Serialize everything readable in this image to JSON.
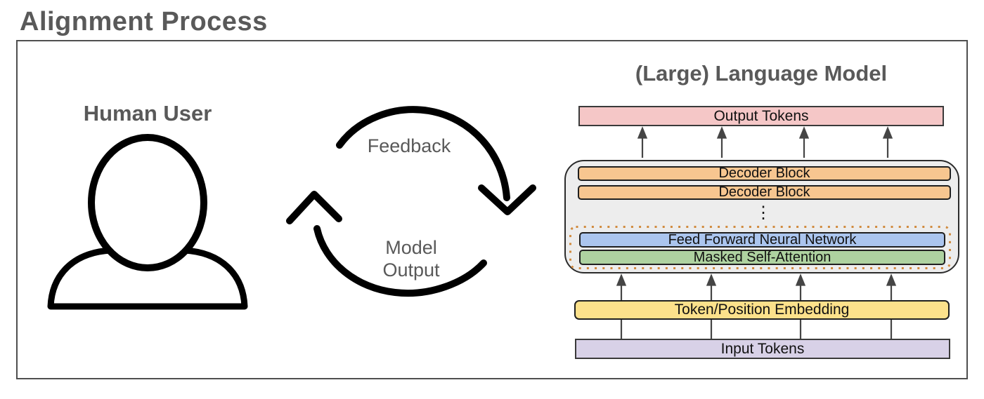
{
  "page": {
    "title": "Alignment Process"
  },
  "human": {
    "label": "Human User"
  },
  "cycle": {
    "top_label": "Feedback",
    "bottom_label_line1": "Model",
    "bottom_label_line2": "Output"
  },
  "llm": {
    "title": "(Large) Language Model",
    "output_tokens": "Output Tokens",
    "decoder_blocks": [
      "Decoder Block",
      "Decoder Block"
    ],
    "ellipsis": "⋮",
    "feed_forward": "Feed Forward Neural Network",
    "masked_attention": "Masked Self-Attention",
    "embedding": "Token/Position Embedding",
    "input_tokens": "Input Tokens"
  },
  "colors": {
    "frame-border": "#4f4f4f",
    "heading-gray": "#595959",
    "box-border-dark": "#3a3a3a",
    "box-border": "#1f1f1f",
    "arrow-gray": "#454545",
    "pink": "#f5c7c7",
    "orange": "#f7c690",
    "blue": "#abc5ee",
    "green": "#aed2a0",
    "yellow": "#fce18b",
    "lavender": "#d8d1e7",
    "container-bg": "#ededed",
    "container-border": "#2b2b2b",
    "dotted-border": "#d18b3f",
    "cycle-black": "#000000"
  }
}
